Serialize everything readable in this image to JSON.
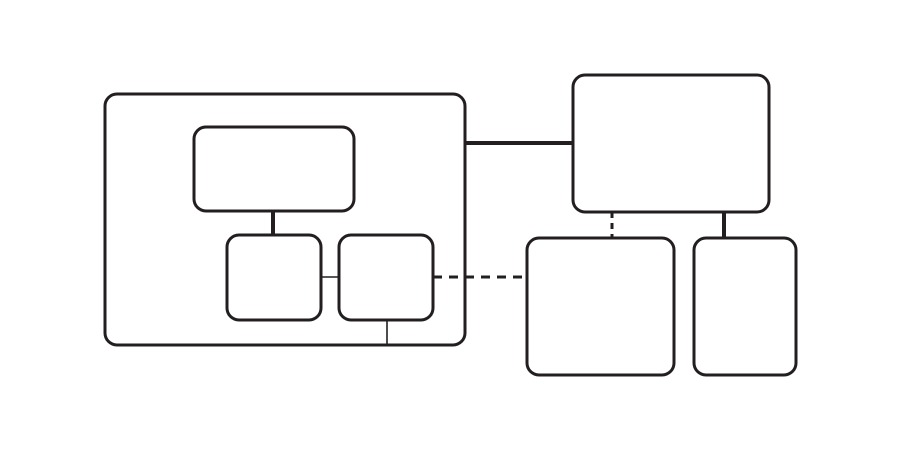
{
  "diagram": {
    "stroke_color": "#231f20",
    "background_color": "#ffffff",
    "boxes": [
      {
        "id": "outer-container",
        "label": ""
      },
      {
        "id": "inner-top",
        "label": ""
      },
      {
        "id": "inner-bottom-left",
        "label": ""
      },
      {
        "id": "inner-bottom-right",
        "label": ""
      },
      {
        "id": "right-top",
        "label": ""
      },
      {
        "id": "right-bottom-left",
        "label": ""
      },
      {
        "id": "right-bottom-right",
        "label": ""
      }
    ],
    "connectors": [
      {
        "from": "inner-top",
        "to": "inner-bottom-left",
        "style": "solid-thick"
      },
      {
        "from": "inner-bottom-left",
        "to": "inner-bottom-right",
        "style": "solid-thin"
      },
      {
        "from": "inner-bottom-right",
        "to": "outer-container",
        "style": "solid-thin"
      },
      {
        "from": "outer-container",
        "to": "right-top",
        "style": "solid-thick"
      },
      {
        "from": "inner-bottom-right",
        "to": "right-bottom-left",
        "style": "dashed"
      },
      {
        "from": "right-top",
        "to": "right-bottom-left",
        "style": "dashed"
      },
      {
        "from": "right-top",
        "to": "right-bottom-right",
        "style": "solid-thick"
      }
    ]
  }
}
